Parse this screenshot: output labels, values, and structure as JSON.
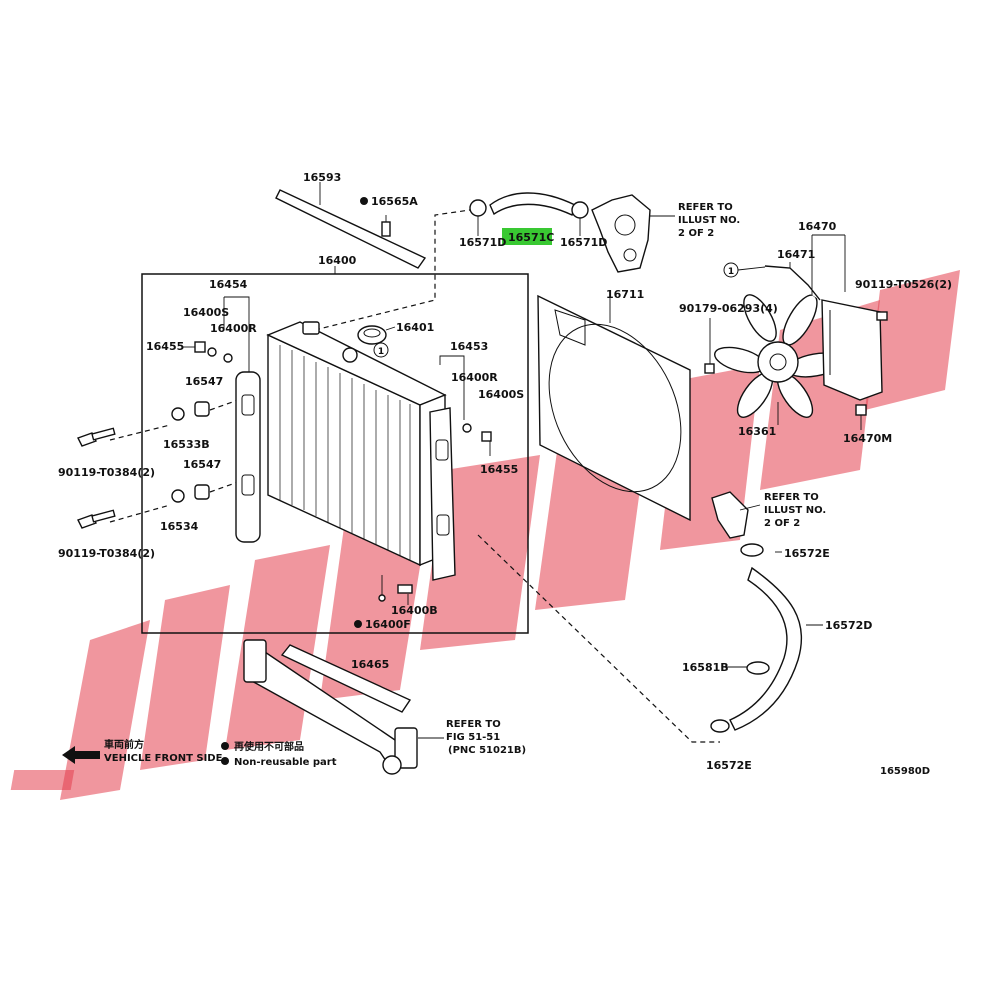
{
  "diagram_code": "165980D",
  "highlight_color": "#39c832",
  "watermark_color": "#e4404f",
  "labels": {
    "l16593": "16593",
    "l16565A": "16565A",
    "l16571D_a": "16571D",
    "l16571C": "16571C",
    "l16571D_b": "16571D",
    "l16400": "16400",
    "l16454": "16454",
    "l16400S_a": "16400S",
    "l16400R_a": "16400R",
    "l16455_a": "16455",
    "l16401": "16401",
    "l16547_a": "16547",
    "l16533B": "16533B",
    "l90119_a": "90119-T0384(2)",
    "l16547_b": "16547",
    "l16534": "16534",
    "l90119_b": "90119-T0384(2)",
    "l16453": "16453",
    "l16400R_b": "16400R",
    "l16400S_b": "16400S",
    "l16455_b": "16455",
    "l16400B": "16400B",
    "l16400F": "16400F",
    "l16465": "16465",
    "l16711": "16711",
    "l90179": "90179-06293(4)",
    "l16361": "16361",
    "l16470": "16470",
    "l16471": "16471",
    "l90119_c": "90119-T0526(2)",
    "l16470M": "16470M",
    "l16572E_a": "16572E",
    "l16572D": "16572D",
    "l16581B": "16581B",
    "l16572E_b": "16572E"
  },
  "refer_notes": {
    "illust_top": [
      "REFER TO",
      "ILLUST NO.",
      "2 OF 2"
    ],
    "illust_mid": [
      "REFER TO",
      "ILLUST NO.",
      "2 OF 2"
    ],
    "fig": [
      "REFER TO",
      "FIG 51-51",
      "(PNC 51021B)"
    ]
  },
  "callout_number": "1",
  "legend": {
    "front_jp": "車両前方",
    "front_en": "VEHICLE FRONT SIDE",
    "nonreuse_jp": "再使用不可部品",
    "nonreuse_en": "Non-reusable part"
  },
  "icons": [
    "arrow-left-icon",
    "filled-dot-icon",
    "circled-number-icon"
  ]
}
